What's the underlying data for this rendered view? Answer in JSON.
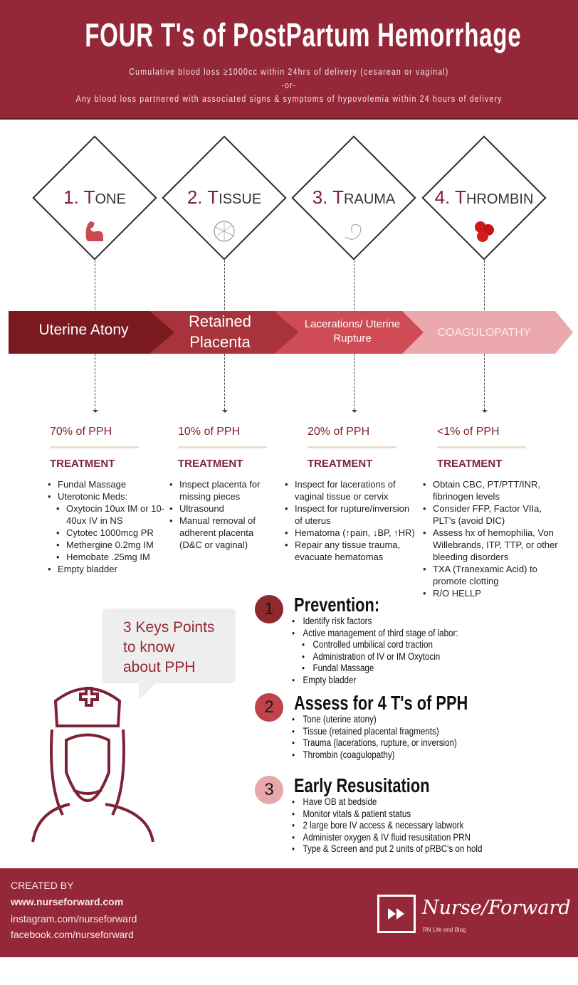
{
  "header": {
    "title": "FOUR T's of PostPartum Hemorrhage",
    "line1": "Cumulative blood loss ≥1000cc within 24hrs of delivery (cesarean or vaginal)",
    "line2": "-or-",
    "line3": "Any blood loss partnered with associated signs & symptoms of hypovolemia within 24 hours of delivery"
  },
  "colors": {
    "brand": "#952838",
    "seg1": "#7a1a1f",
    "seg2": "#a8333c",
    "seg3": "#cf4b55",
    "seg4": "#eba9ad"
  },
  "ts": [
    {
      "num": "1.",
      "T": "T",
      "rest": "ONE",
      "icon": "flexed-arm-icon",
      "cause": "Uterine Atony",
      "pct": "70% of PPH",
      "treat": "TREATMENT",
      "items": [
        {
          "t": "Fundal Massage"
        },
        {
          "t": "Uterotonic Meds:"
        },
        {
          "t": "Oxytocin 10ux IM or 10-40ux IV in NS",
          "sub": true
        },
        {
          "t": "Cytotec 1000mcg PR",
          "sub": true
        },
        {
          "t": "Methergine 0.2mg IM",
          "sub": true
        },
        {
          "t": "Hemobate .25mg IM",
          "sub": true
        },
        {
          "t": "Empty bladder"
        }
      ]
    },
    {
      "num": "2.",
      "T": "T",
      "rest": "ISSUE",
      "icon": "placenta-icon",
      "cause": "Retained Placenta",
      "pct": "10% of PPH",
      "treat": "TREATMENT",
      "items": [
        {
          "t": "Inspect placenta for missing pieces"
        },
        {
          "t": "Ultrasound"
        },
        {
          "t": "Manual removal of adherent placenta (D&C or vaginal)"
        }
      ]
    },
    {
      "num": "3.",
      "T": "T",
      "rest": "RAUMA",
      "icon": "suture-icon",
      "cause": "Lacerations/ Uterine Rupture",
      "pct": "20% of PPH",
      "treat": "TREATMENT",
      "items": [
        {
          "t": "Inspect for lacerations of vaginal tissue or cervix"
        },
        {
          "t": "Inspect for rupture/inversion of uterus"
        },
        {
          "t": "Hematoma (↑pain, ↓BP, ↑HR)"
        },
        {
          "t": "Repair any tissue trauma, evacuate hematomas"
        }
      ]
    },
    {
      "num": "4.",
      "T": "T",
      "rest": "HROMBIN",
      "icon": "blood-cells-icon",
      "cause": "COAGULOPATHY",
      "pct": "<1% of PPH",
      "treat": "TREATMENT",
      "items": [
        {
          "t": "Obtain CBC, PT/PTT/INR, fibrinogen levels"
        },
        {
          "t": "Consider FFP, Factor VIIa, PLT's  (avoid DIC)"
        },
        {
          "t": "Assess hx of hemophilia, Von Willebrands, ITP, TTP, or other bleeding disorders"
        },
        {
          "t": "TXA (Tranexamic Acid) to promote clotting"
        },
        {
          "t": "R/O HELLP"
        }
      ]
    }
  ],
  "bubble": {
    "l1": "3 Keys Points",
    "l2": "to know",
    "l3": "about PPH"
  },
  "keys": [
    {
      "n": "1",
      "title": "Prevention:",
      "items": [
        {
          "t": "Identify risk factors"
        },
        {
          "t": "Active management of third stage of labor:"
        },
        {
          "t": "Controlled umbilical cord traction",
          "sub": true
        },
        {
          "t": "Administration of IV or IM Oxytocin",
          "sub": true
        },
        {
          "t": "Fundal Massage",
          "sub": true
        },
        {
          "t": "Empty bladder"
        }
      ]
    },
    {
      "n": "2",
      "title": "Assess for 4 T's of PPH",
      "items": [
        {
          "t": "Tone (uterine atony)"
        },
        {
          "t": "Tissue (retained placental fragments)"
        },
        {
          "t": "Trauma (lacerations, rupture, or inversion)"
        },
        {
          "t": "Thrombin (coagulopathy)"
        }
      ]
    },
    {
      "n": "3",
      "title": "Early Resusitation",
      "items": [
        {
          "t": "Have OB at bedside"
        },
        {
          "t": "Monitor vitals & patient status"
        },
        {
          "t": "2 large bore IV access & necessary labwork"
        },
        {
          "t": "Administer oxygen & IV fluid resusitation PRN"
        },
        {
          "t": "Type & Screen and put 2 units of pRBC's on hold"
        }
      ]
    }
  ],
  "footer": {
    "created": "CREATED BY",
    "site": "www.nurseforward.com",
    "instagram": "instagram.com/nurseforward",
    "facebook": "facebook.com/nurseforward",
    "logo_name": "Nurse/Forward",
    "logo_tag": "RN Life and Blog"
  }
}
